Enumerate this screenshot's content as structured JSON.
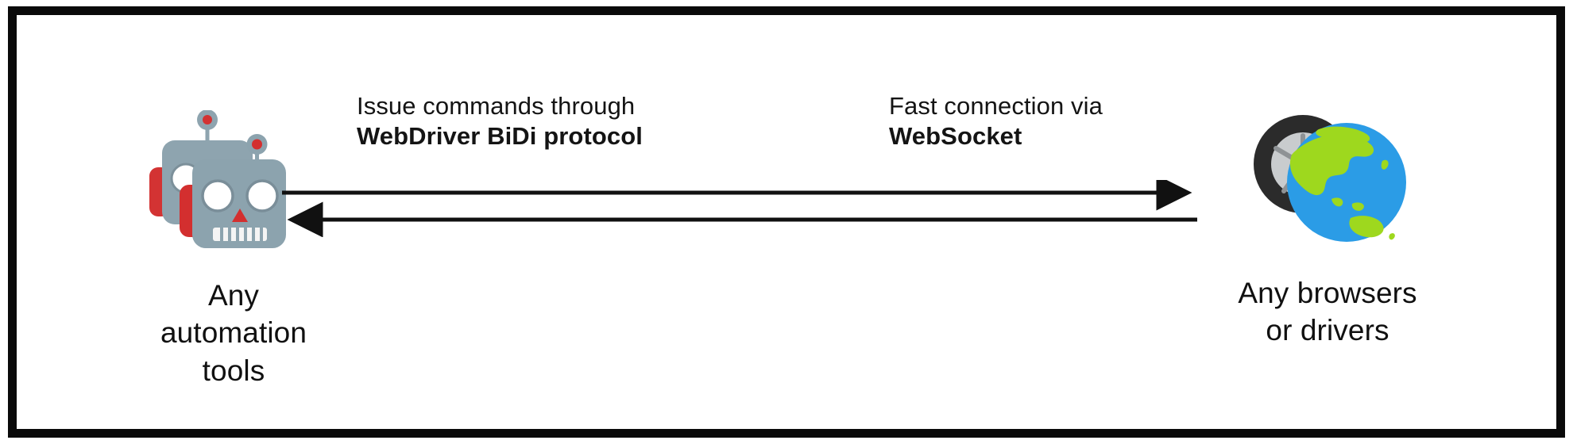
{
  "diagram": {
    "type": "architecture-flow",
    "orientation": "horizontal-bidirectional",
    "background_color": "#ffffff",
    "frame_color": "#0a0a0a",
    "text_color": "#141414"
  },
  "nodes": {
    "left": {
      "icon": "robot-face-emoji",
      "icon_count": 2,
      "caption_lines": [
        "Any",
        "automation",
        "tools"
      ],
      "colors": {
        "head": "#8ca3ae",
        "ear": "#d32f2f",
        "antenna_tip": "#d32f2f",
        "eye": "#ffffff",
        "nose": "#d32f2f",
        "teeth": "#f4f4f4"
      }
    },
    "right": {
      "icon": "globe-asia-australia-emoji",
      "icon_secondary": "tire-wheel-emoji",
      "caption_lines": [
        "Any browsers",
        "or drivers"
      ],
      "colors": {
        "ocean": "#2b9ce6",
        "land": "#9ed81e",
        "tire": "#2b2b2b",
        "rim": "#c9ccce"
      }
    }
  },
  "connections": [
    {
      "id": "outbound",
      "direction": "left-to-right",
      "arrowhead": "right",
      "label": {
        "line1": "Issue commands through",
        "line2": "WebDriver BiDi protocol",
        "line2_weight": "bold"
      }
    },
    {
      "id": "inbound",
      "direction": "right-to-left",
      "arrowhead": "left",
      "label": {
        "line1": "Fast connection via",
        "line2": "WebSocket",
        "line2_weight": "bold"
      }
    }
  ]
}
